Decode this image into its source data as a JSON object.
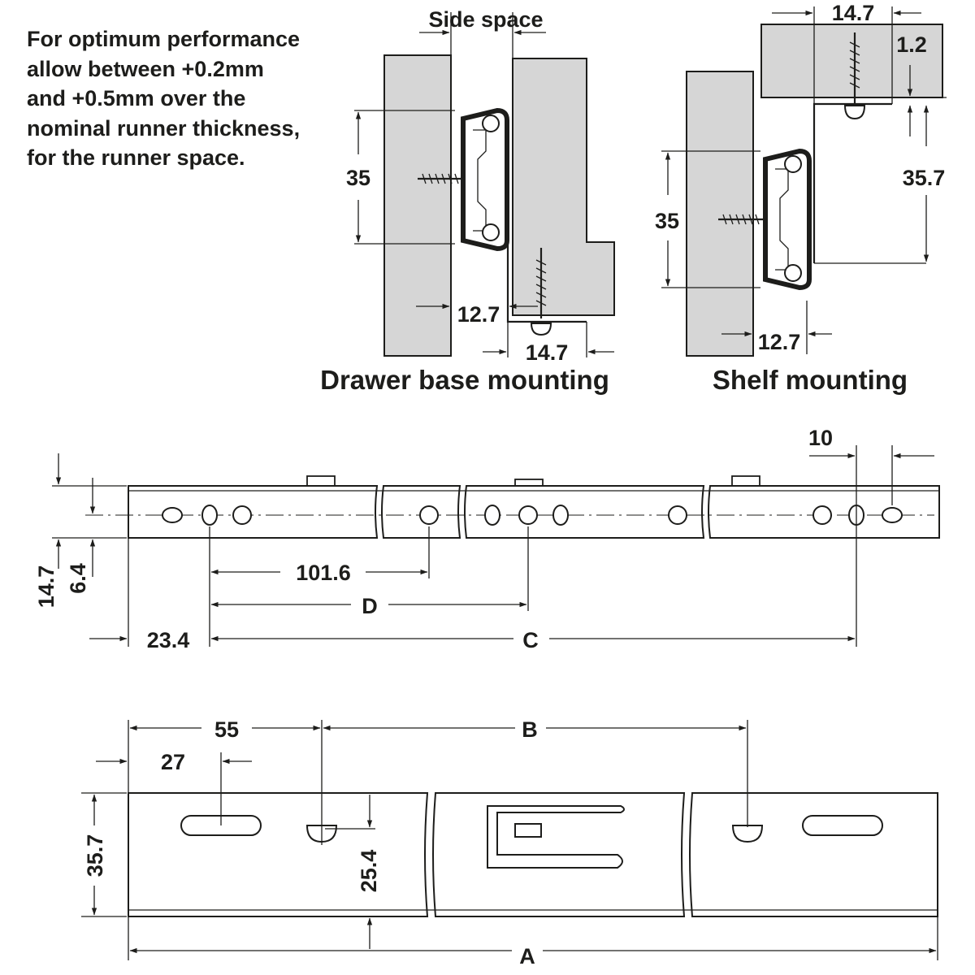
{
  "note": {
    "lines": [
      "For optimum performance",
      "allow between +0.2mm",
      "and +0.5mm over the",
      "nominal runner thickness,",
      "for the runner space."
    ]
  },
  "drawer_base": {
    "title": "Drawer base mounting",
    "side_space_label": "Side space",
    "dim_height": "35",
    "dim_offset": "12.7",
    "dim_width": "14.7"
  },
  "shelf": {
    "title": "Shelf mounting",
    "dim_top_width": "14.7",
    "dim_top_thickness": "1.2",
    "dim_height_right": "35.7",
    "dim_height": "35",
    "dim_offset": "12.7"
  },
  "side_view": {
    "dim_edge_height": "14.7",
    "dim_axis_height": "6.4",
    "dim_hole_spacing": "101.6",
    "dim_D": "D",
    "dim_start": "23.4",
    "dim_C": "C",
    "dim_end": "10"
  },
  "front_view": {
    "dim_55": "55",
    "dim_27": "27",
    "dim_B": "B",
    "dim_height": "35.7",
    "dim_hole_height": "25.4",
    "dim_A": "A"
  }
}
